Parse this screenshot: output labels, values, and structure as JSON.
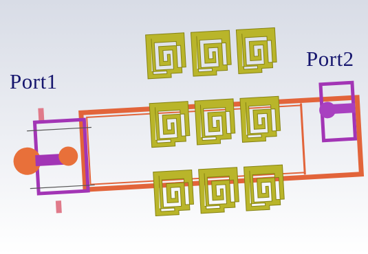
{
  "ports": {
    "port1": {
      "label": "Port1"
    },
    "port2": {
      "label": "Port2"
    }
  },
  "structure": {
    "resonator_array": {
      "rows": 3,
      "columns": 3
    }
  },
  "colors": {
    "background_top": "#d8dce6",
    "background_bottom": "#ffffff",
    "label_text": "#16166e",
    "substrate_frame": "#e2643a",
    "resonator_fill": "#b9b52a",
    "resonator_edge": "#858212",
    "port_box": "#a235b5",
    "port1_disc": "#e8703a",
    "port2_disc": "#a840c0",
    "feed_line": "#e07a8a"
  }
}
